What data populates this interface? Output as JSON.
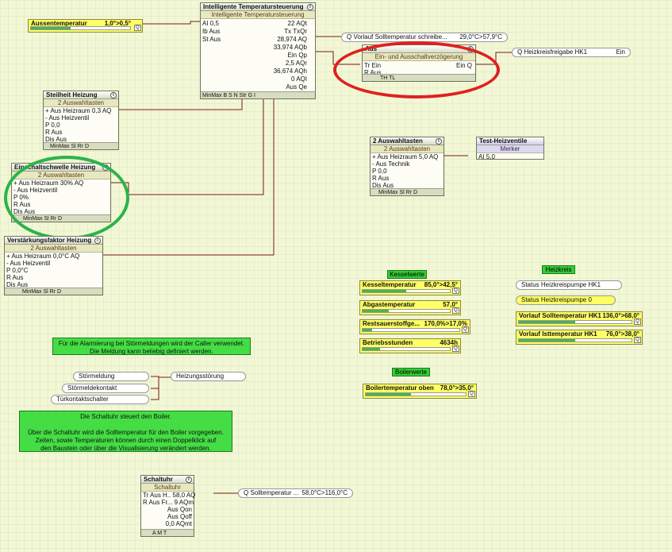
{
  "aussentemp": {
    "label": "Aussentemperatur",
    "value": "1,0°>0,5°"
  },
  "intel": {
    "title": "Intelligente Temperatursteuerung",
    "subtitle": "Intelligente Temperatursteuerung",
    "inputs": [
      "AI 0,5",
      "Ib Aus",
      "St Aus"
    ],
    "outputs": [
      "22 AQt",
      "Tx TxQr",
      "28,974 AQ",
      "33,974 AQb",
      "Ein Qp",
      "2,5 AQr",
      "36,674 AQh",
      "0 AQI",
      "Aus Qe"
    ],
    "footer": "MinMax  B   S   N  Str  G   I"
  },
  "vorlauf_var": {
    "label": "Vorlauf Solltemperatur schreibe...",
    "value": "29,0°C>57,9°C"
  },
  "ausv": {
    "title": "Aus",
    "subtitle": "Ein- und Ausschaltverzögerung",
    "in1": "Tr Ein",
    "in2": "R Aus",
    "out": "Ein Q",
    "footer": "TH  TL"
  },
  "heizkreisfreigabe": {
    "label": "Heizkreisfreigabe HK1",
    "value": "Ein"
  },
  "steilheit": {
    "title": "Steilheit Heizung",
    "subtitle": "2 Auswahltasten",
    "rows": [
      "+ Aus     Heizraum    0,3 AQ",
      "- Aus             Heizventil",
      "P 0,0",
      "R Aus",
      "Dis Aus"
    ],
    "footer": "MinMax  Sl   Rr   D"
  },
  "einschalt": {
    "title": "Einschaltschwelle Heizung",
    "subtitle": "2 Auswahltasten",
    "rows": [
      "+ Aus       Heizraum       30% AQ",
      "- Aus              Heizventil",
      "P 0%",
      "R Aus",
      "Dis Aus"
    ],
    "footer": "MinMax  Sl   Rr   D"
  },
  "verst": {
    "title": "Verstärkungsfaktor Heizung",
    "subtitle": "2 Auswahltasten",
    "rows": [
      "+ Aus        Heizraum         0,0°C AQ",
      "- Aus                  Heizventil",
      "P 0,0°C",
      "R Aus",
      "Dis Aus"
    ],
    "footer": "MinMax  Sl   Rr   D"
  },
  "auswahl2": {
    "title": "2 Auswahltasten",
    "subtitle": "2 Auswahltasten",
    "rows": [
      "+ Aus    Heizraum    5,0 AQ",
      "- Aus              Technik",
      "P 0,0",
      "R Aus",
      "Dis Aus"
    ],
    "footer": "MinMax  Sl   Rr   D"
  },
  "testheiz": {
    "title": "Test-Heizventile",
    "subtitle": "Merker",
    "row": "AI 5,0"
  },
  "kesselwerte": {
    "label": "Kesselwerte",
    "items": [
      {
        "label": "Kesseltemperatur",
        "value": "85,0°>42,5°",
        "fill": 0.5
      },
      {
        "label": "Abgastemperatur",
        "value": "57,0°",
        "fill": 0.3
      },
      {
        "label": "Restsauerstoffge...",
        "value": "170,0%>17,0%",
        "fill": 0.1
      },
      {
        "label": "Betriebsstunden",
        "value": "4634h",
        "fill": 0.2
      }
    ]
  },
  "heizkreis": {
    "label": "Heizkreis",
    "items": [
      {
        "label": "Status Heizkreispumpe HK1",
        "value": ""
      },
      {
        "label": "Status Heizkreispumpe 0",
        "value": ""
      },
      {
        "label": "Vorlauf Solltemperatur HK1",
        "value": "136,0°>68,0°",
        "fill": 0.5
      },
      {
        "label": "Vorlauf Isttemperatur HK1",
        "value": "76,0°>38,0°",
        "fill": 0.5
      }
    ]
  },
  "boilerwerte": {
    "label": "Boilerwerte",
    "item": {
      "label": "Boilertemperatur oben",
      "value": "78,0°>35,0°",
      "fill": 0.45
    }
  },
  "note1": "Für die Alarmierung bei Störmeldungen wird der Caller verwendet.\nDie Meldung kann beliebig definiert werden.",
  "stoer": {
    "items": [
      "Störmeldung",
      "Störmeldekontakt",
      "Türkontaktschalter"
    ],
    "out": "Heizungsstörung"
  },
  "note2": "Die Schaltuhr steuert den Boiler.\n\nÜber die Schaltuhr wird die Solltemperatur für den Boiler vorgegeben.\nZeiten, sowie Temperaturen können durch einen Doppelklick auf\nden Baustein oder über die Visualisierung verändert werden.",
  "schaltuhr": {
    "title": "Schaltuhr",
    "subtitle": "Schaltuhr",
    "rows": [
      "Tr Aus H.. 58,0 AQ",
      "R Aus Fr... 9 AQm",
      "Aus Qon",
      "Aus Qoff",
      "0,0 AQmt"
    ],
    "footer": "A    M    T"
  },
  "solltemp": {
    "label": "Solltemperatur ...",
    "value": "58,0°C>116,0°C"
  },
  "colors": {
    "red_circle": "#e02020",
    "green_circle": "#2db34a"
  }
}
